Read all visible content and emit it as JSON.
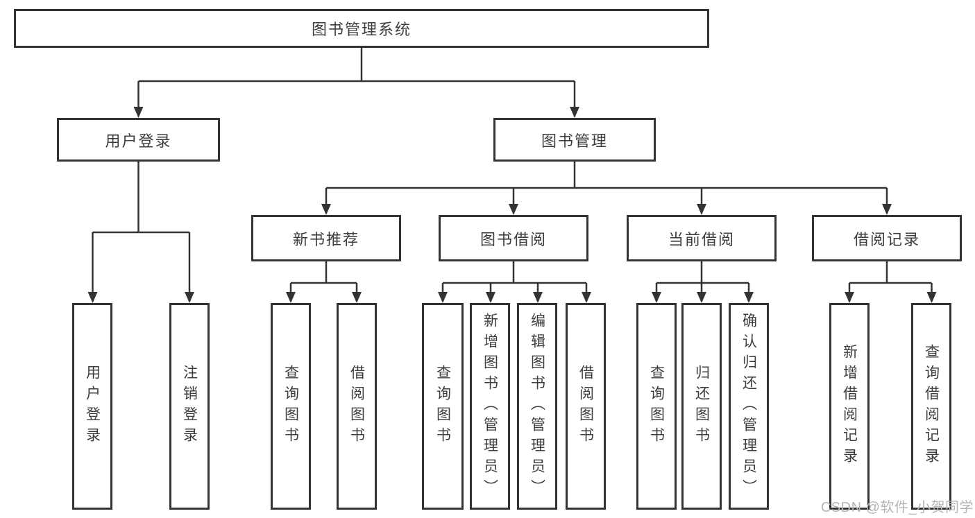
{
  "diagram": {
    "root": {
      "label": "图书管理系统"
    },
    "user_branch": {
      "label": "用户登录",
      "children": [
        {
          "label": "用户登录"
        },
        {
          "label": "注销登录"
        }
      ]
    },
    "book_branch": {
      "label": "图书管理",
      "sections": [
        {
          "label": "新书推荐",
          "children": [
            {
              "label": "查询图书"
            },
            {
              "label": "借阅图书"
            }
          ]
        },
        {
          "label": "图书借阅",
          "children": [
            {
              "label": "查询图书"
            },
            {
              "label": "新增图书（管理员）"
            },
            {
              "label": "编辑图书（管理员）"
            },
            {
              "label": "借阅图书"
            }
          ]
        },
        {
          "label": "当前借阅",
          "children": [
            {
              "label": "查询图书"
            },
            {
              "label": "归还图书"
            },
            {
              "label": "确认归还（管理员）"
            }
          ]
        },
        {
          "label": "借阅记录",
          "children": [
            {
              "label": "新增借阅记录"
            },
            {
              "label": "查询借阅记录"
            }
          ]
        }
      ]
    }
  },
  "watermark": {
    "text": "CSDN @软件_小贺同学"
  },
  "colors": {
    "line": "#333333",
    "text": "#3d3d3d",
    "watermark": "#b5b5b5",
    "background": "#ffffff"
  }
}
